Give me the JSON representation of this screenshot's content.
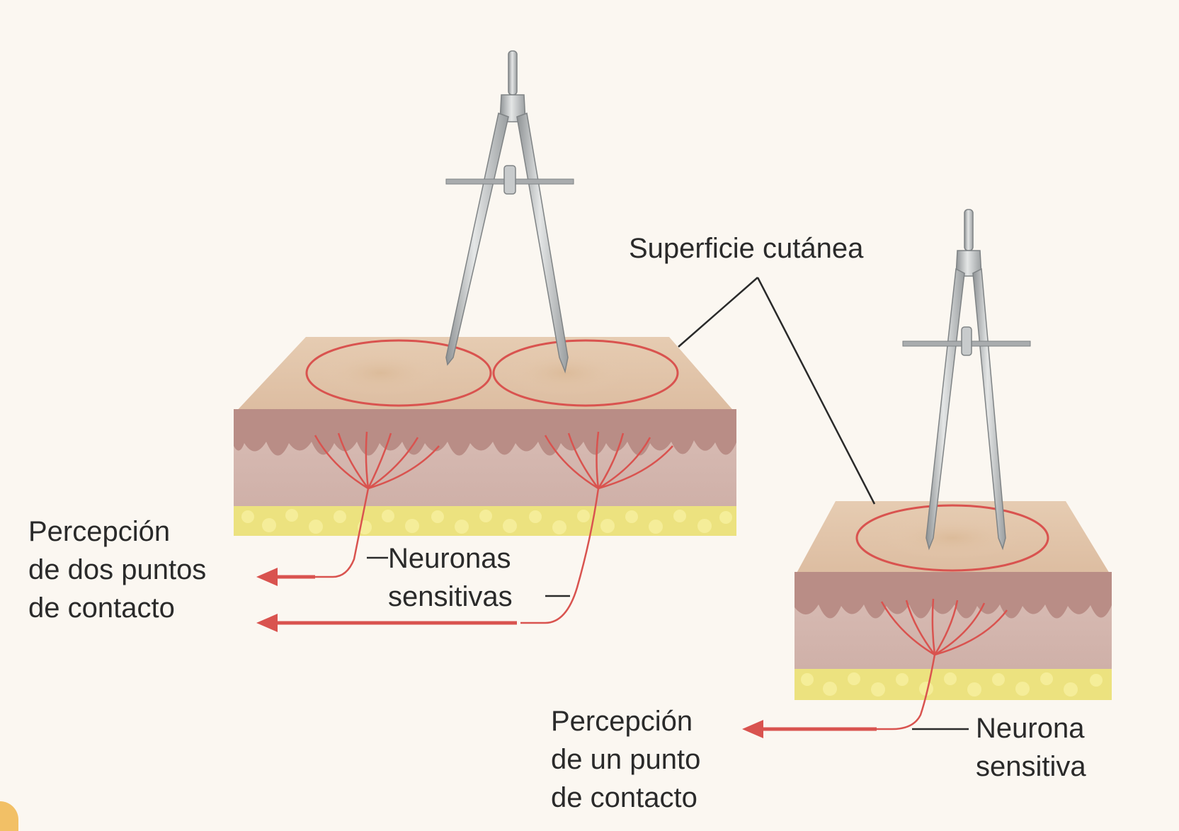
{
  "labels": {
    "skin_surface": "Superficie cutánea",
    "two_points": [
      "Percepción",
      "de dos puntos",
      "de contacto"
    ],
    "sensory_neurons": [
      "Neuronas",
      "sensitivas"
    ],
    "one_point": [
      "Percepción",
      "de un punto",
      "de contacto"
    ],
    "sensory_neuron": [
      "Neurona",
      "sensitiva"
    ]
  },
  "colors": {
    "background": "#fbf7f1",
    "skin_top": "#e8cdb0",
    "epidermis": "#b98d86",
    "dermis": "#d8bfb6",
    "fat": "#ece27f",
    "nerve": "#d9534f",
    "compass_metal": "#b9bcbd"
  }
}
